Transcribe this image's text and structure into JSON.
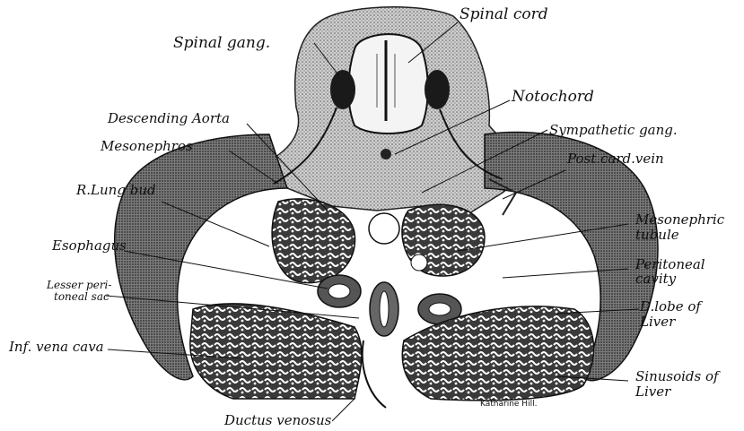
{
  "figure": {
    "labels": {
      "spinal_cord": "Spinal cord",
      "spinal_gang": "Spinal gang.",
      "notochord": "Notochord",
      "descending_aorta": "Descending Aorta",
      "sympathetic_gang": "Sympathetic gang.",
      "mesonephros": "Mesonephros",
      "post_card_vein": "Post.card.vein",
      "r_lung_bud": "R.Lung bud",
      "mesonephric_tubule_1": "Mesonephric",
      "mesonephric_tubule_2": "tubule",
      "esophagus": "Esophagus",
      "peritoneal_cavity_1": "Peritoneal",
      "peritoneal_cavity_2": "cavity",
      "lesser_sac_1": "Lesser peri-",
      "lesser_sac_2": "toneal sac",
      "d_lobe_1": "D.lobe of",
      "d_lobe_2": "Liver",
      "inf_vena_cava": "Inf. vena cava",
      "sinusoids_1": "Sinusoids of",
      "sinusoids_2": "Liver",
      "ductus_venosus": "Ductus venosus",
      "artist_signature": "Katharine Hill."
    },
    "colors": {
      "ink": "#111111",
      "tissue_dark": "#4a4a4a",
      "tissue_mid": "#8a8a8a",
      "tissue_light": "#d8d8d8"
    }
  }
}
